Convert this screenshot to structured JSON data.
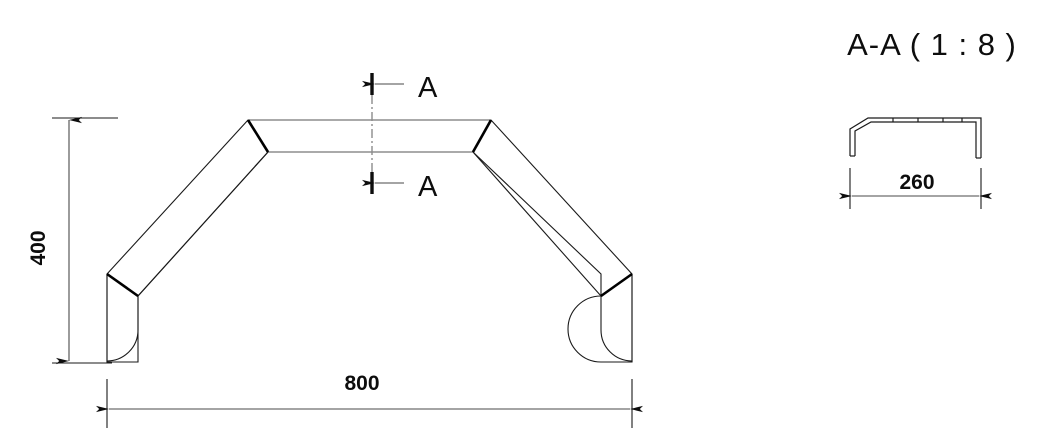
{
  "drawing": {
    "background_color": "#ffffff",
    "line_color": "#1a1a1a",
    "thin_line_color": "#555555",
    "centerline_color": "#8c8c8c",
    "dimension_text_color": "#0d0d0d"
  },
  "main_view": {
    "name": "front-view",
    "part_description": "arch-shaped sheet metal bracket",
    "dimensions": {
      "width": {
        "value": "800",
        "orientation": "horizontal",
        "position": "bottom"
      },
      "height": {
        "value": "400",
        "orientation": "vertical",
        "position": "left"
      }
    },
    "section_markers": [
      {
        "label": "A",
        "position": "top",
        "arrow_direction": "right"
      },
      {
        "label": "A",
        "position": "bottom",
        "arrow_direction": "right"
      }
    ]
  },
  "section_view": {
    "name": "section-a-a",
    "title": "A-A ( 1 : 8 )",
    "scale": "1 : 8",
    "label": "A-A",
    "dimensions": {
      "width": {
        "value": "260",
        "orientation": "horizontal",
        "position": "bottom"
      }
    }
  }
}
